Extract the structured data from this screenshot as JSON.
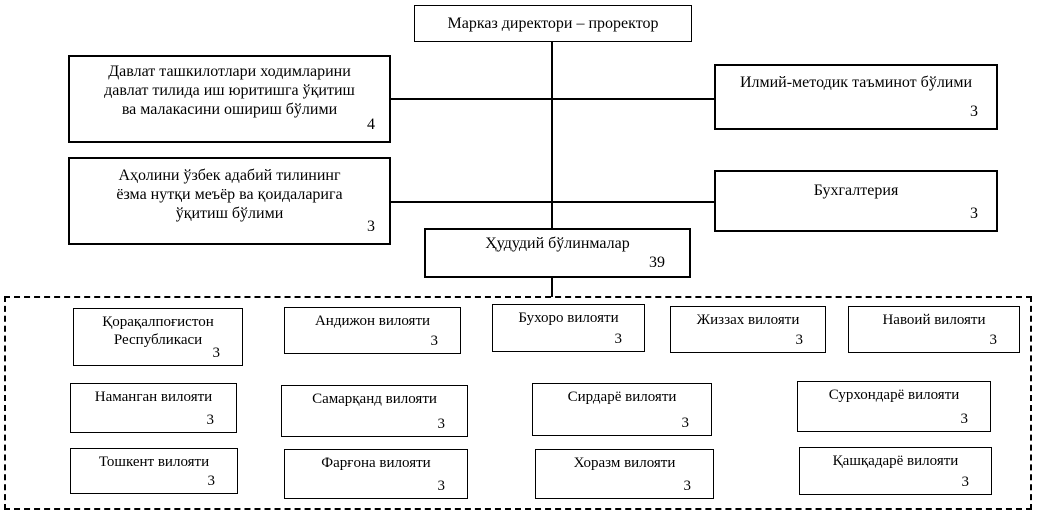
{
  "diagram": {
    "root": {
      "label": "Марказ директори – проректор"
    },
    "left_boxes": [
      {
        "lines": [
          "Давлат ташкилотлари ходимларини",
          "давлат тилида иш юритишга ўқитиш",
          "ва малакасини ошириш бўлими"
        ],
        "count": "4"
      },
      {
        "lines": [
          "Аҳолини ўзбек адабий тилининг",
          "ёзма нутқи меъёр ва қоидаларига",
          "ўқитиш бўлими"
        ],
        "count": "3"
      }
    ],
    "right_boxes": [
      {
        "label": "Илмий-методик таъминот бўлими",
        "count": "3"
      },
      {
        "label": "Бухгалтерия",
        "count": "3"
      }
    ],
    "territorial": {
      "label": "Ҳудудий бўлинмалар",
      "count": "39"
    },
    "regions": [
      {
        "lines": [
          "Қорақалпоғистон",
          "Республикаси"
        ],
        "count": "3"
      },
      {
        "label": "Андижон вилояти",
        "count": "3"
      },
      {
        "label": "Бухоро вилояти",
        "count": "3"
      },
      {
        "label": "Жиззах вилояти",
        "count": "3"
      },
      {
        "label": "Навоий вилояти",
        "count": "3"
      },
      {
        "label": "Наманган вилояти",
        "count": "3"
      },
      {
        "label": "Самарқанд вилояти",
        "count": "3"
      },
      {
        "label": "Сирдарё вилояти",
        "count": "3"
      },
      {
        "label": "Сурхондарё вилояти",
        "count": "3"
      },
      {
        "label": "Тошкент вилояти",
        "count": "3"
      },
      {
        "label": "Фарғона вилояти",
        "count": "3"
      },
      {
        "label": "Хоразм вилояти",
        "count": "3"
      },
      {
        "label": "Қашқадарё вилояти",
        "count": "3"
      }
    ],
    "colors": {
      "border": "#000000",
      "background": "#ffffff",
      "text": "#000000"
    }
  }
}
